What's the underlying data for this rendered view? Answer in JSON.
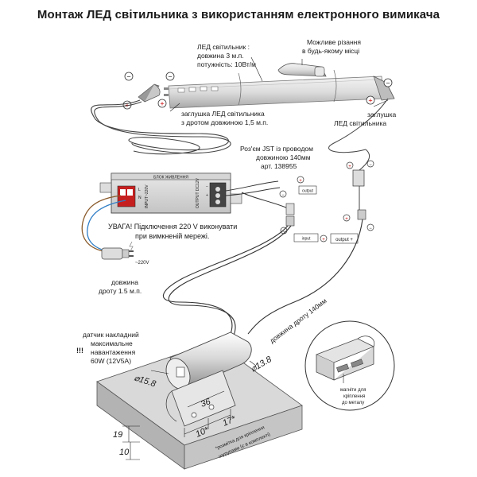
{
  "title": "Монтаж  ЛЕД світильника з використанням електронного вимикача",
  "labels": {
    "fixture_l1": "ЛЕД світильник :",
    "fixture_l2": "довжина 3 м.п.",
    "fixture_l3": "потужність: 10Вт/м",
    "cut_l1": "Можливе різання",
    "cut_l2": "в будь-якому місці",
    "cap_wire_l1": "заглушка  ЛЕД світильника",
    "cap_wire_l2": "з дротом довжиною 1,5 м.п.",
    "cap_l1": "заглушка",
    "cap_l2": "ЛЕД світильника",
    "jst_l1": "Роз'єм JST  із проводом",
    "jst_l2": "довжиною 140мм",
    "jst_l3": "арт. 138955",
    "psu_header": "БЛОК ЖИВЛЕННЯ",
    "psu_input": "INPUT~220V",
    "psu_output": "OUTPUT DC12V",
    "warn_l1": "УВАГА! Підключення 220 V виконувати",
    "warn_l2": "при вимкненій мережі.",
    "voltage": "~220V",
    "wire_len_l1": "довжина",
    "wire_len_l2": "дроту 1.5 м.п.",
    "wire_140": "довжина дроту 140мм",
    "output_label": "output",
    "input_label": "input",
    "output_plus": "output +",
    "sensor_l1": "датчик накладний",
    "sensor_l2": "максимальне",
    "sensor_l3": "навантаження",
    "sensor_l4": "60W (12V5A)",
    "excl": "!!!",
    "magnet_l1": "магніти для",
    "magnet_l2": "кріплення",
    "magnet_l3": "до металу",
    "hole_l1": "*розмітка для кріплення",
    "hole_l2": "шурупами (є в комплекті)",
    "dim_158": "⌀15.8",
    "dim_138": "⌀13.8",
    "dim_36": "36",
    "dim_17": "17*",
    "dim_10a": "10*",
    "dim_19": "19",
    "dim_10": "10",
    "minus": "−",
    "plus": "+",
    "l": "L",
    "n": "N"
  }
}
